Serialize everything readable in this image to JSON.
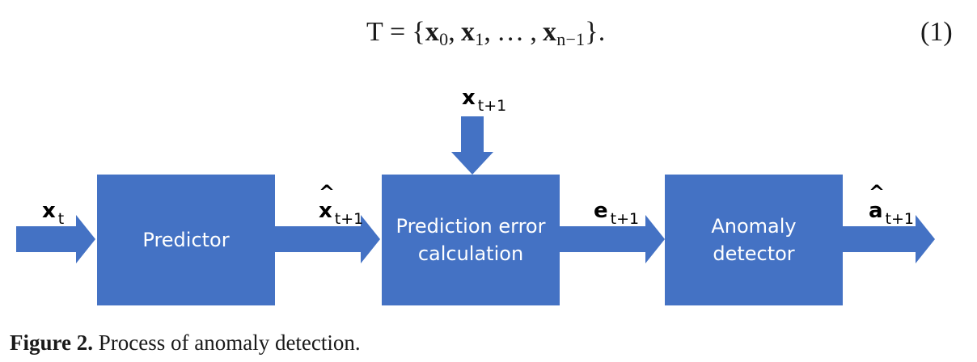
{
  "equation": {
    "lhs": "T",
    "equals": "=",
    "open_brace": "{",
    "x0_base": "x",
    "x0_sub": "0",
    "x1_base": "x",
    "x1_sub": "1",
    "ellipsis": "…",
    "xn_base": "x",
    "xn_sub": "n−1",
    "close_brace": "}",
    "terminator": ".",
    "number": "(1)"
  },
  "diagram": {
    "block_color": "#4472C4",
    "blocks": {
      "predictor": "Predictor",
      "error_line1": "Prediction error",
      "error_line2": "calculation",
      "detector_line1": "Anomaly",
      "detector_line2": "detector"
    },
    "labels": {
      "input": {
        "var": "x",
        "sub": "t"
      },
      "actual": {
        "var": "x",
        "sub": "t+1"
      },
      "prediction": {
        "hat": "^",
        "var": "x",
        "sub": "t+1"
      },
      "error": {
        "var": "e",
        "sub": "t+1"
      },
      "anomaly": {
        "hat": "^",
        "var": "a",
        "sub": "t+1"
      }
    }
  },
  "caption": {
    "label": "Figure 2.",
    "text": " Process of anomaly detection."
  }
}
